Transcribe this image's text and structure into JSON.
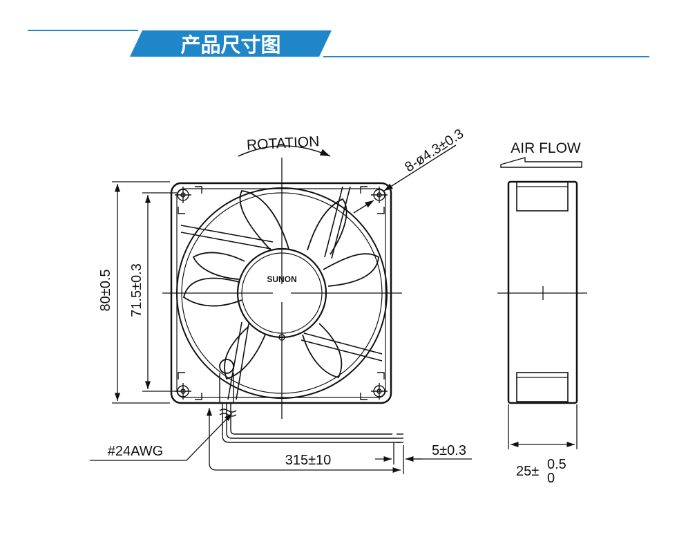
{
  "header": {
    "title": "产品尺寸图",
    "accent_color": "#1f86c9"
  },
  "front_view": {
    "rotation_label": "ROTATION",
    "hole_spec": "8-ø4.3±0.3",
    "brand": "SUNON",
    "height_overall": "80±0.5",
    "hole_pitch": "71.5±0.3",
    "wire_gauge": "#24AWG",
    "lead_length": "315±10",
    "strip_length": "5±0.3"
  },
  "side_view": {
    "airflow_label": "AIR FLOW",
    "thickness_base": "25±",
    "thickness_upper": "0.5",
    "thickness_lower": "0"
  }
}
